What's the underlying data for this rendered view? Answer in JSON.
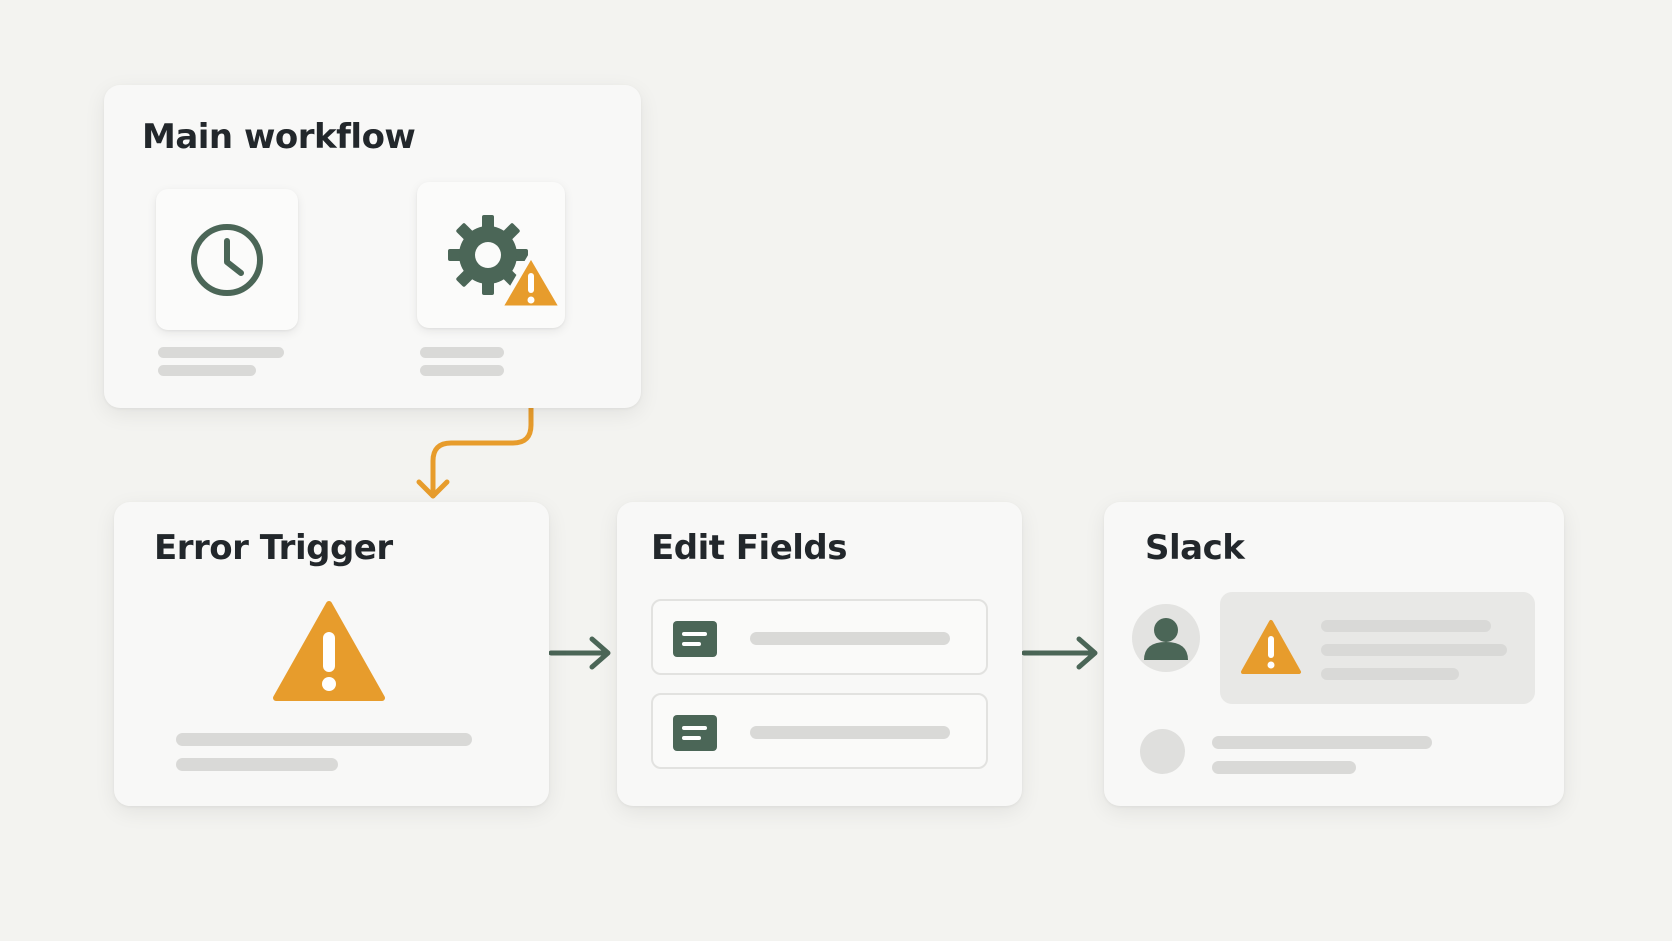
{
  "main_workflow": {
    "title": "Main workflow",
    "nodes": [
      {
        "icon": "clock-icon"
      },
      {
        "icon": "gear-icon",
        "badge": "warning-icon"
      }
    ]
  },
  "error_trigger": {
    "title": "Error Trigger",
    "icon": "warning-icon"
  },
  "edit_fields": {
    "title": "Edit Fields",
    "rows": [
      {
        "icon": "field-icon"
      },
      {
        "icon": "field-icon"
      }
    ]
  },
  "slack": {
    "title": "Slack",
    "icons": [
      "user-avatar-icon",
      "warning-icon",
      "avatar-placeholder-icon"
    ]
  },
  "colors": {
    "accent_green": "#4b6657",
    "warning_orange": "#e79c2c",
    "placeholder": "#d9d9d7",
    "card_bg": "#f8f8f7",
    "page_bg": "#f3f3f0"
  }
}
